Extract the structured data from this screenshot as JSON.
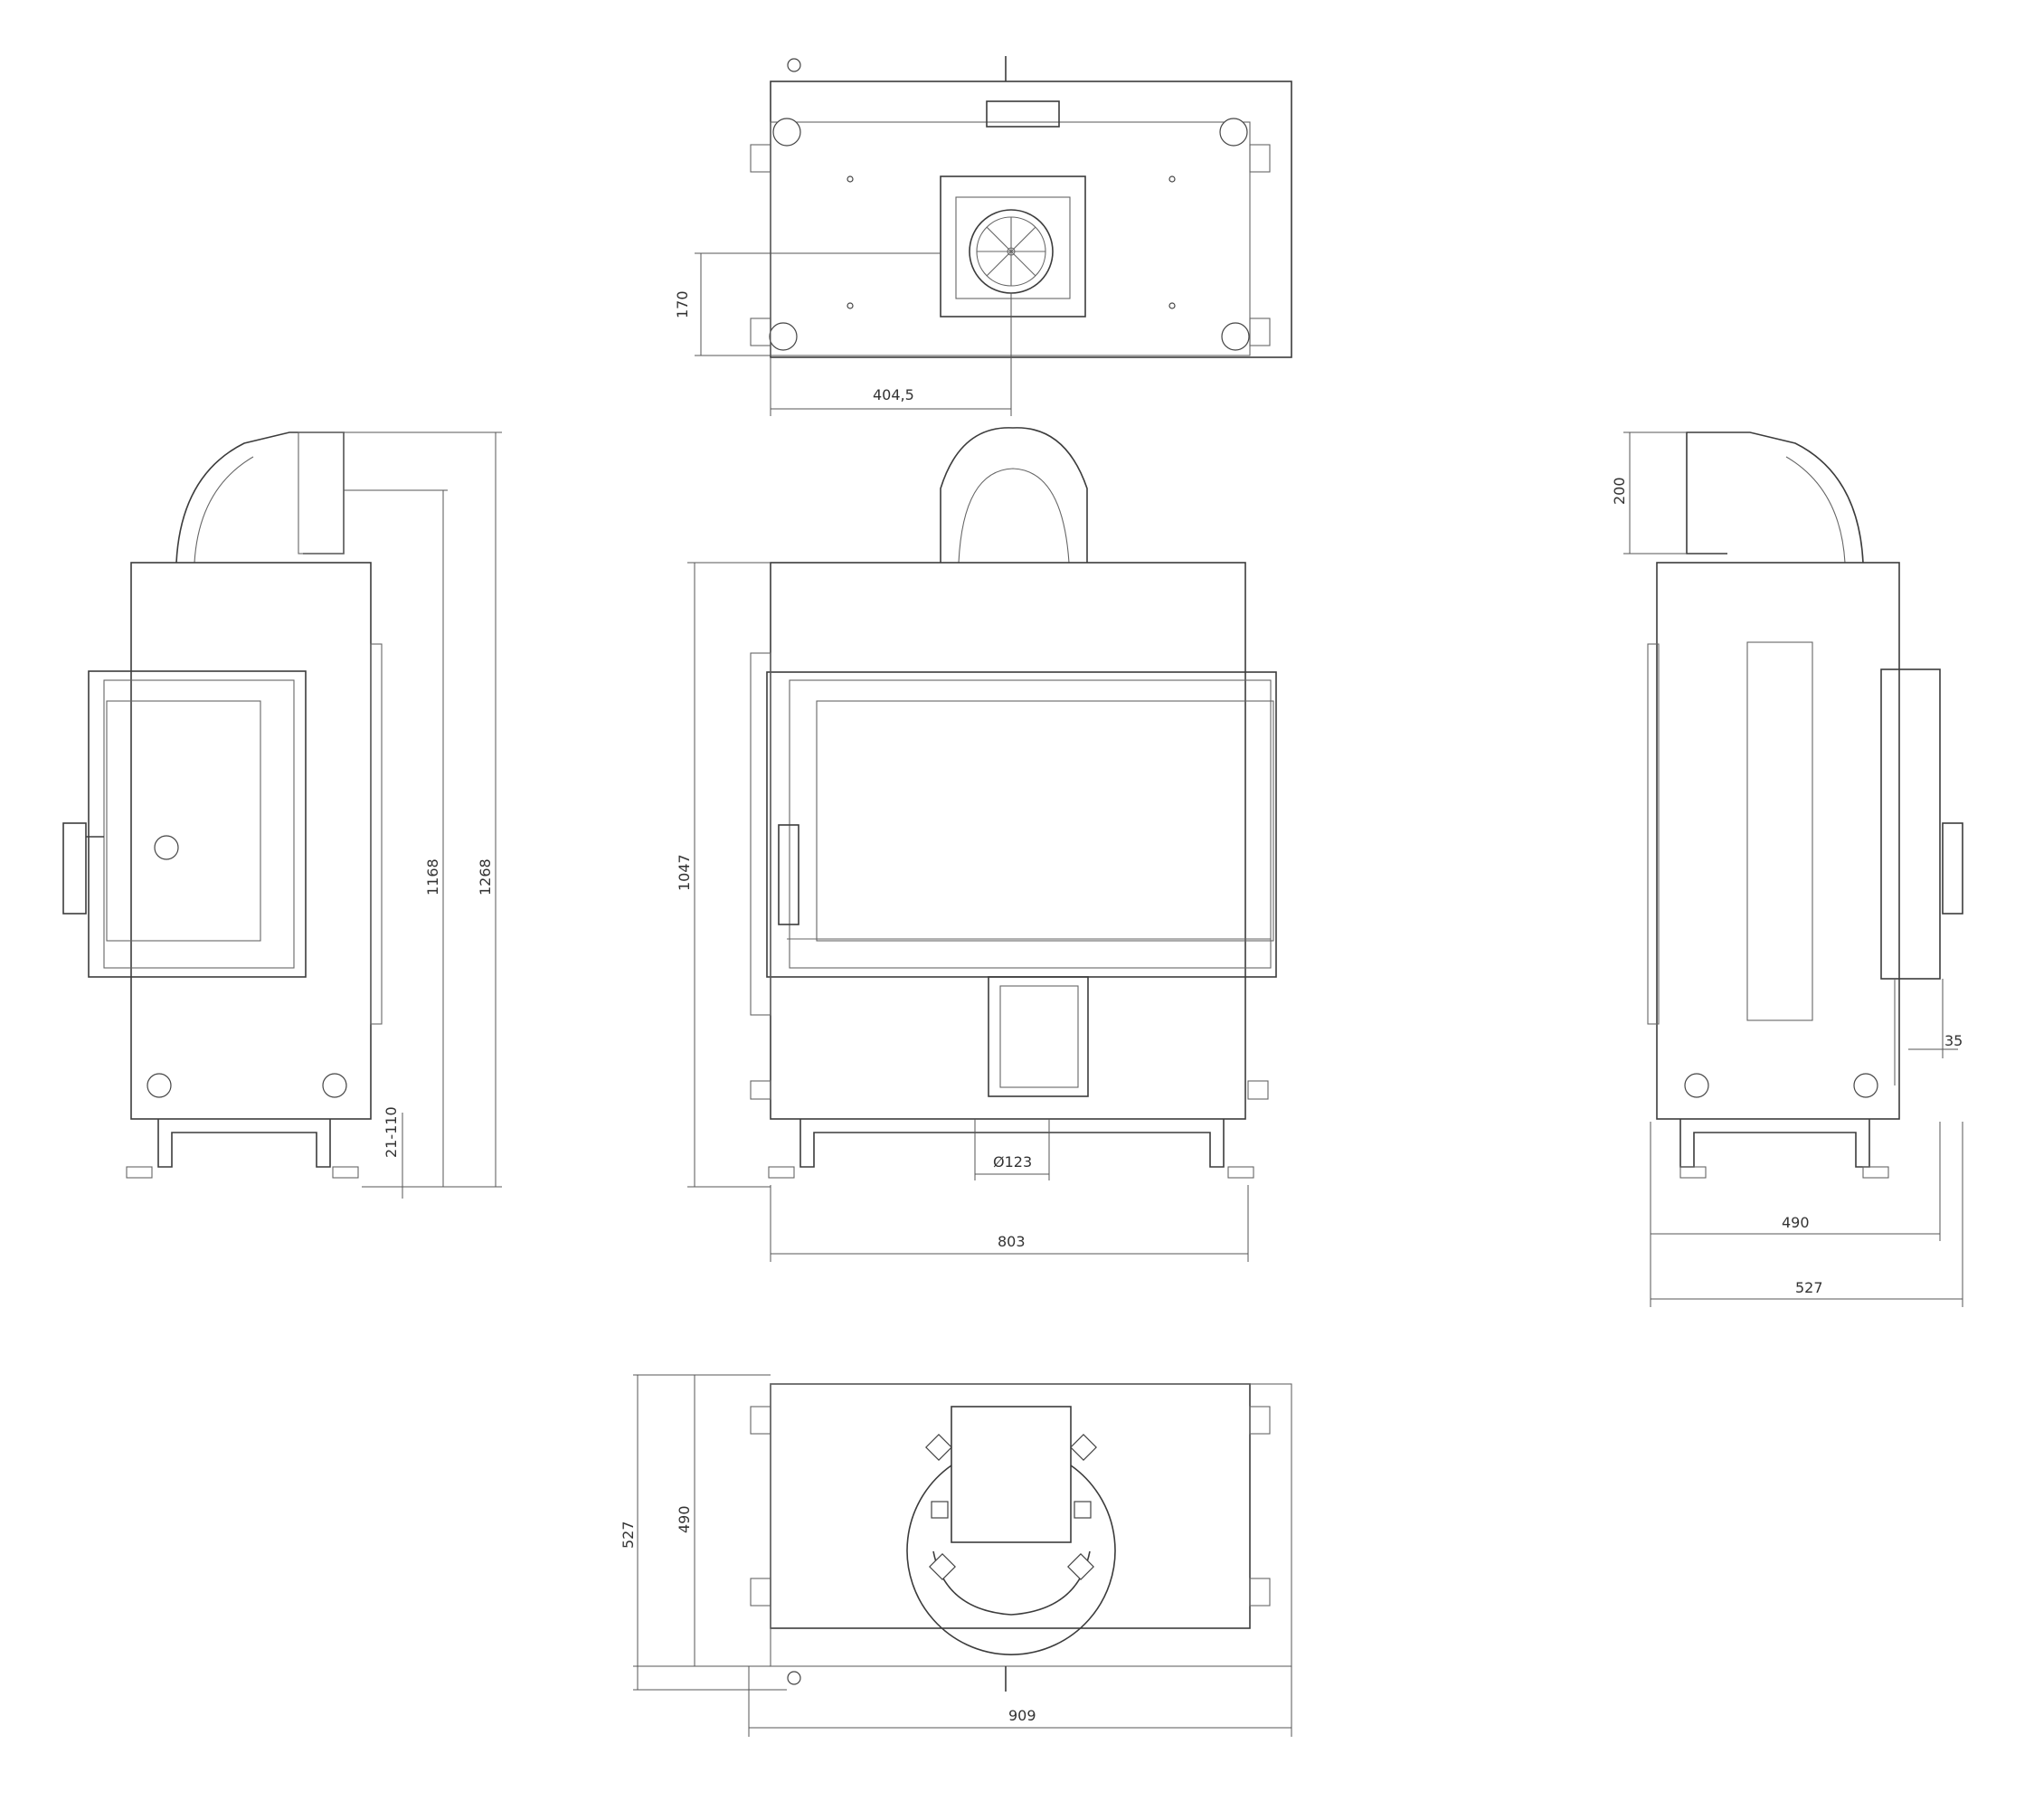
{
  "views": [
    "top-view",
    "left-view",
    "front-view",
    "right-view",
    "bottom-view"
  ],
  "dimensions": {
    "top_depth": "170",
    "top_flue_offset": "404,5",
    "left_height_inner": "1168",
    "left_height_total": "1268",
    "left_leg_adjust": "21-110",
    "front_height": "1047",
    "front_inlet": "Ø123",
    "front_width": "803",
    "right_flue_height": "200",
    "right_side_gap": "35",
    "right_depth_inner": "490",
    "right_depth_total": "527",
    "bottom_depth_total": "527",
    "bottom_depth_inner": "490",
    "bottom_width": "909"
  }
}
